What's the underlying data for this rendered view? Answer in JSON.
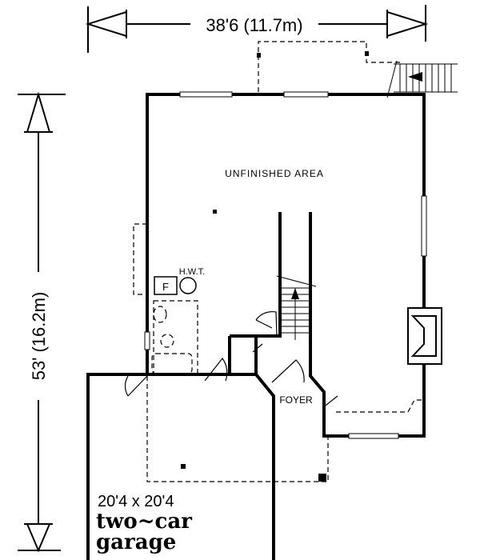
{
  "dimensions": {
    "width_label": "38'6 (11.7m)",
    "depth_label": "53' (16.2m)"
  },
  "rooms": {
    "unfinished": "UNFINISHED AREA",
    "hwt": "H.W.T.",
    "furnace": "F",
    "foyer": "FOYER",
    "garage_size": "20'4 x 20'4",
    "garage_line1": "two~car",
    "garage_line2": "garage"
  },
  "colors": {
    "ink": "#000000",
    "paper": "#ffffff"
  }
}
